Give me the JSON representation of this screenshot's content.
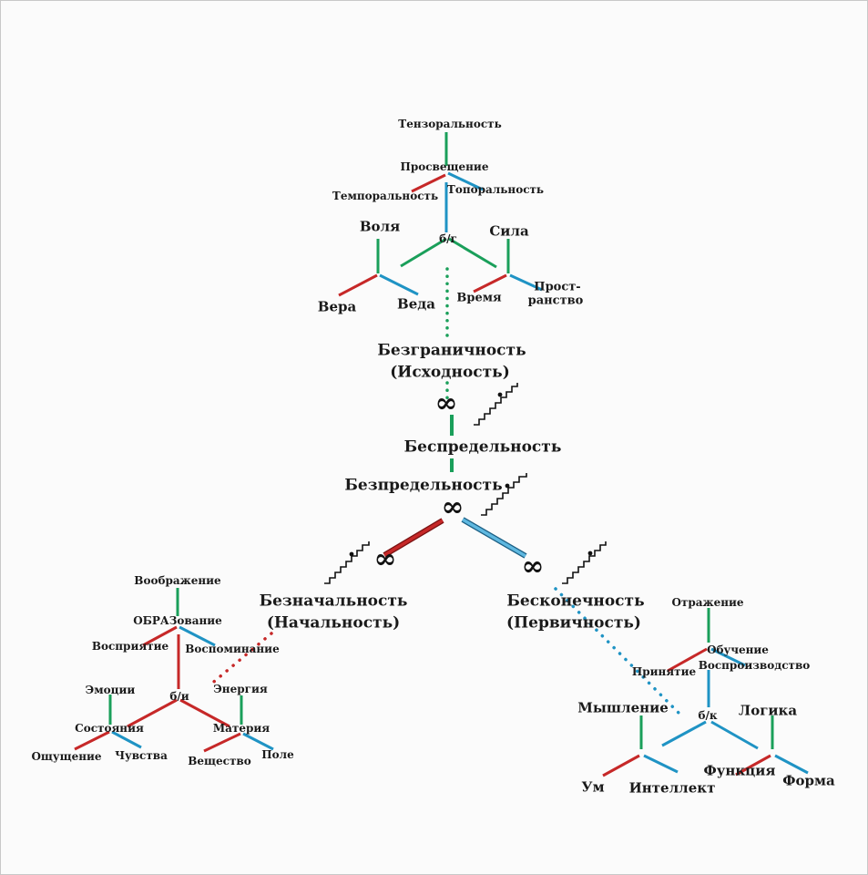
{
  "colors": {
    "green": "#1a9f5a",
    "red": "#c62828",
    "blue": "#1f93c4",
    "dots_green": "#1a9f5a",
    "dots_red": "#c62828",
    "dots_blue": "#1f93c4"
  },
  "infinity_symbol": "∞",
  "top_cluster": {
    "tenzoralnost": "Тензоральность",
    "prosveschenie": "Просвещение",
    "temporalnost": "Темпоральность",
    "toporalnost": "Топоральность",
    "volya": "Воля",
    "sila": "Сила",
    "node": "б/г",
    "vera": "Вера",
    "veda": "Веда",
    "vremya": "Время",
    "prostranstvo_1": "Прост-",
    "prostranstvo_2": "ранство"
  },
  "center": {
    "bezgranichnost": "Безграничность",
    "iskhodnost": "(Исходность)",
    "bespredelnost": "Беспредельность",
    "bezpredelnost": "Безпредельность"
  },
  "left_branch": {
    "title": "Безначальность",
    "subtitle": "(Начальность)"
  },
  "right_branch": {
    "title": "Бесконечность",
    "subtitle": "(Первичность)"
  },
  "left_cluster": {
    "voobrazhenie": "Воображение",
    "obrazovanie": "ОБРАЗование",
    "vospriyatie": "Восприятие",
    "vospominanie": "Воспоминание",
    "node": "б/и",
    "emocii": "Эмоции",
    "energiya": "Энергия",
    "sostoyaniya": "Состояния",
    "materiya": "Материя",
    "oshchushchenie": "Ощущение",
    "chuvstva": "Чувства",
    "veshchestvo": "Вещество",
    "pole": "Поле"
  },
  "right_cluster": {
    "otrazhenie": "Отражение",
    "obuchenie": "Обучение",
    "prinyatie": "Принятие",
    "vosproizvodstvo": "Воспроизводство",
    "myshlenie": "Мышление",
    "logika": "Логика",
    "node": "б/к",
    "um": "Ум",
    "intellekt": "Интеллект",
    "funkciya": "Функция",
    "forma": "Форма"
  }
}
